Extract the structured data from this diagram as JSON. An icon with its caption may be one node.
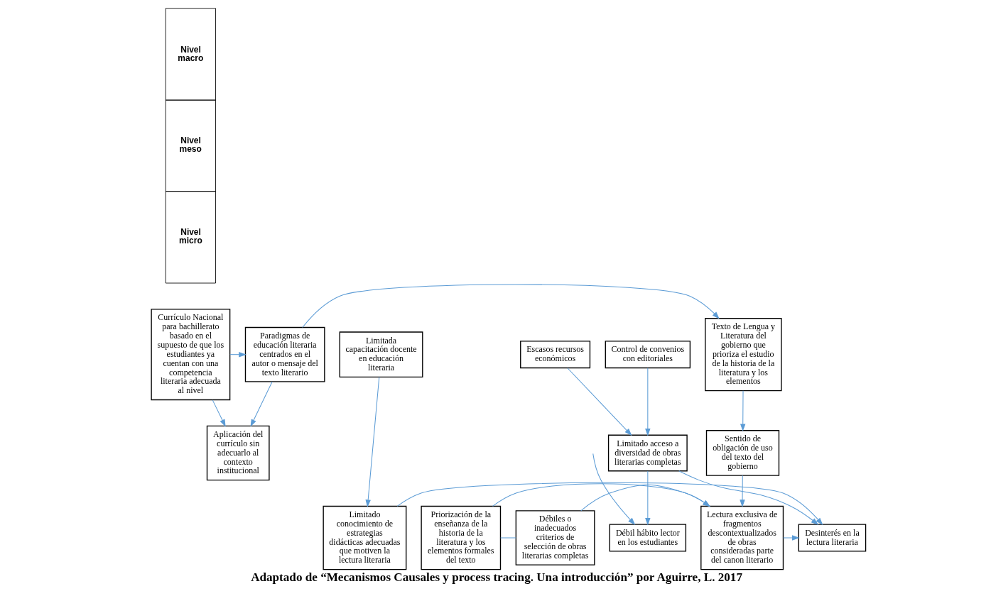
{
  "diagram": {
    "caption": "Adaptado de “Mecanismos Causales y process tracing. Una introducción” por Aguirre, L. 2017",
    "nodes": [
      {
        "text": [
          "Nivel macro",
          "Nivel meso",
          "Nivel micro"
        ]
      },
      {
        "text": [
          "Currículo Nacional para bachillerato basado en el supuesto de que los estudiantes ya cuentan con una competencia literaria adecuada al nivel"
        ]
      },
      {
        "text": [
          "Paradigmas de educación literaria centrados en el autor o mensaje del texto literario"
        ]
      },
      {
        "text": [
          "Texto de Lengua y Literatura del gobierno que prioriza el estudio de la historia de la literatura y los elementos"
        ]
      },
      {
        "text": [
          "Control de convenios con editoriales"
        ]
      },
      {
        "text": [
          "Escasos recursos económicos"
        ]
      },
      {
        "text": [
          "Limitada capacitación docente en educación literaria"
        ]
      },
      {
        "text": [
          "Aplicación del currículo sin adecuarlo al contexto institucional"
        ]
      },
      {
        "text": [
          "Sentido de obligación de uso del texto del gobierno"
        ]
      },
      {
        "text": [
          "Limitado acceso a diversidad de obras literarias completas"
        ]
      },
      {
        "text": [
          "Priorización de la enseñanza de la historia de la literatura y los elementos formales del texto"
        ]
      },
      {
        "text": [
          "Débiles o inadecuados criterios de selección de obras literarias completas"
        ]
      },
      {
        "text": [
          "Lectura exclusiva de fragmentos descontextualizados de obras consideradas parte del canon literario"
        ]
      },
      {
        "text": [
          "Desinterés en la lectura literaria"
        ]
      },
      {
        "text": [
          "Débil hábito lector en los estudiantes"
        ]
      },
      {
        "text": [
          "Limitado conocimiento de estrategias didácticas adecuadas que motiven la lectura literaria"
        ]
      }
    ],
    "edges": [
      {
        "from": 1,
        "to": 2,
        "arrow": "to"
      },
      {
        "from": 2,
        "to": 3,
        "arrow": "to"
      },
      {
        "from": 1,
        "to": 7,
        "arrow": "to"
      },
      {
        "from": 2,
        "to": 7,
        "arrow": "to"
      },
      {
        "from": 3,
        "to": 8,
        "arrow": "to"
      },
      {
        "from": 4,
        "to": 9,
        "arrow": "to"
      },
      {
        "from": 5,
        "to": 9,
        "arrow": "to"
      },
      {
        "from": 6,
        "to": 15,
        "arrow": "to"
      },
      {
        "from": 8,
        "to": 12,
        "arrow": "to"
      },
      {
        "from": 10,
        "to": 11,
        "arrow": "none"
      },
      {
        "from": 11,
        "to": 12,
        "arrow": "to"
      },
      {
        "from": 10,
        "to": 12,
        "arrow": "to"
      },
      {
        "from": 12,
        "to": 13,
        "arrow": "to"
      },
      {
        "from": 9,
        "to": 13,
        "arrow": "to"
      },
      {
        "from": 9,
        "to": 14,
        "arrow": "to"
      },
      {
        "from": null,
        "to": 14,
        "arrow": "to"
      },
      {
        "from": 15,
        "to": 13,
        "arrow": "to"
      }
    ]
  }
}
